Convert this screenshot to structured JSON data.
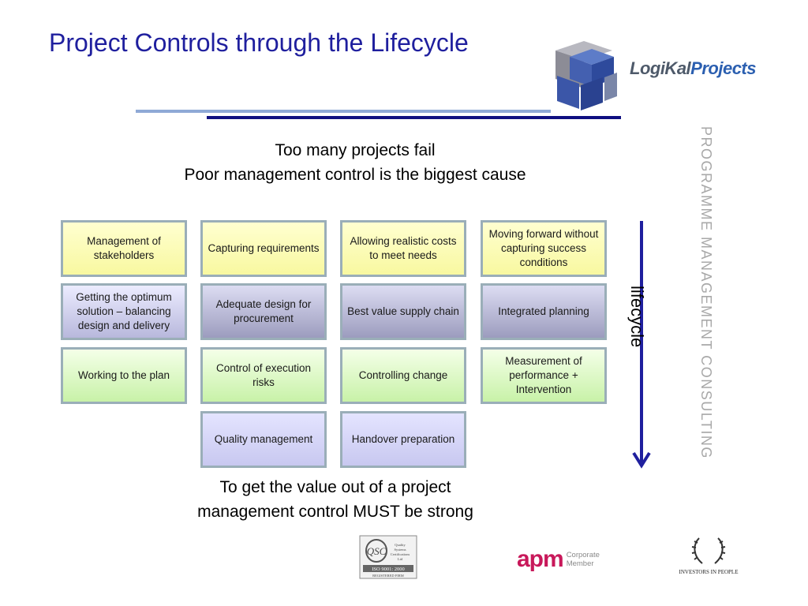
{
  "title": "Project Controls through the Lifecycle",
  "logo": {
    "name_part1": "LogiKal",
    "name_part2": "Projects"
  },
  "subtitle": {
    "line1": "Too many projects fail",
    "line2": "Poor management control is the biggest cause"
  },
  "grid": {
    "rows": [
      [
        "Management of stakeholders",
        "Capturing requirements",
        "Allowing realistic costs to meet needs",
        "Moving forward without capturing success conditions"
      ],
      [
        "Getting the optimum solution – balancing design and delivery",
        "Adequate design for procurement",
        "Best value supply chain",
        "Integrated planning"
      ],
      [
        "Working to the plan",
        "Control of execution risks",
        "Controlling change",
        "Measurement of performance + Intervention"
      ],
      [
        "Quality management",
        "Handover preparation"
      ]
    ]
  },
  "lifecycle_label": "lifecycle",
  "side_text": "PROGRAMME  MANAGEMENT  CONSULTING",
  "conclusion": {
    "line1": "To get the value out of a project",
    "line2": "management control MUST be strong"
  },
  "footer": {
    "iso": {
      "line1": "Quality Systems Certifications Ltd",
      "line2": "ISO 9001: 2000",
      "line3": "REGISTERED FIRM"
    },
    "apm": {
      "word": "apm",
      "sub1": "Corporate",
      "sub2": "Member"
    },
    "iip": {
      "text": "INVESTORS IN PEOPLE"
    }
  },
  "colors": {
    "title": "#1f1f9e",
    "accent_dark_line": "#0f0f80",
    "accent_light_line": "#8fa9d6",
    "apm": "#c8185a",
    "arrow": "#1f1f9e"
  }
}
